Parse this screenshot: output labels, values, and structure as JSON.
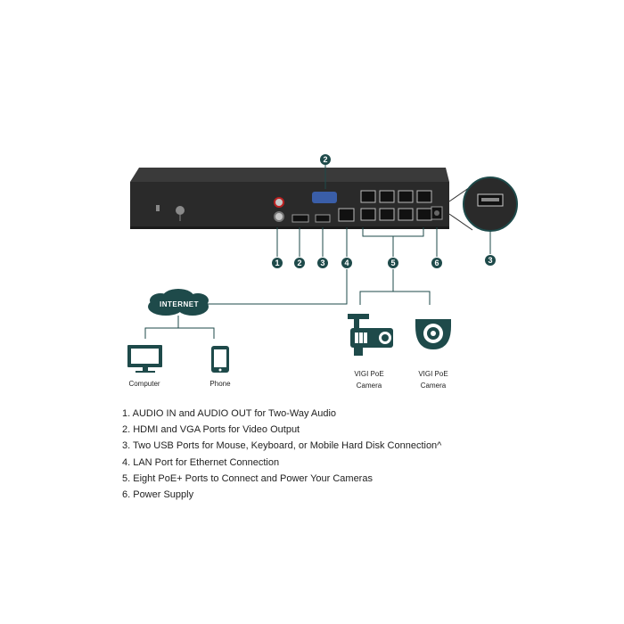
{
  "callouts": [
    "1",
    "2",
    "3",
    "4",
    "5",
    "6"
  ],
  "internet": {
    "label": "INTERNET"
  },
  "devices": {
    "computer": "Computer",
    "phone": "Phone",
    "camera1": [
      "VIGI PoE",
      "Camera"
    ],
    "camera2": [
      "VIGI PoE",
      "Camera"
    ]
  },
  "legend": [
    "1. AUDIO IN and AUDIO OUT for Two-Way Audio",
    "2. HDMI and VGA Ports for Video Output",
    "3. Two USB Ports for Mouse, Keyboard, or Mobile Hard Disk Connection^",
    "4. LAN Port for Ethernet Connection",
    "5. Eight PoE+ Ports to Connect and Power Your Cameras",
    "6. Power Supply"
  ],
  "colors": {
    "accent": "#1e4a4a",
    "device_body": "#2a2a2a",
    "line": "#2d5555"
  }
}
